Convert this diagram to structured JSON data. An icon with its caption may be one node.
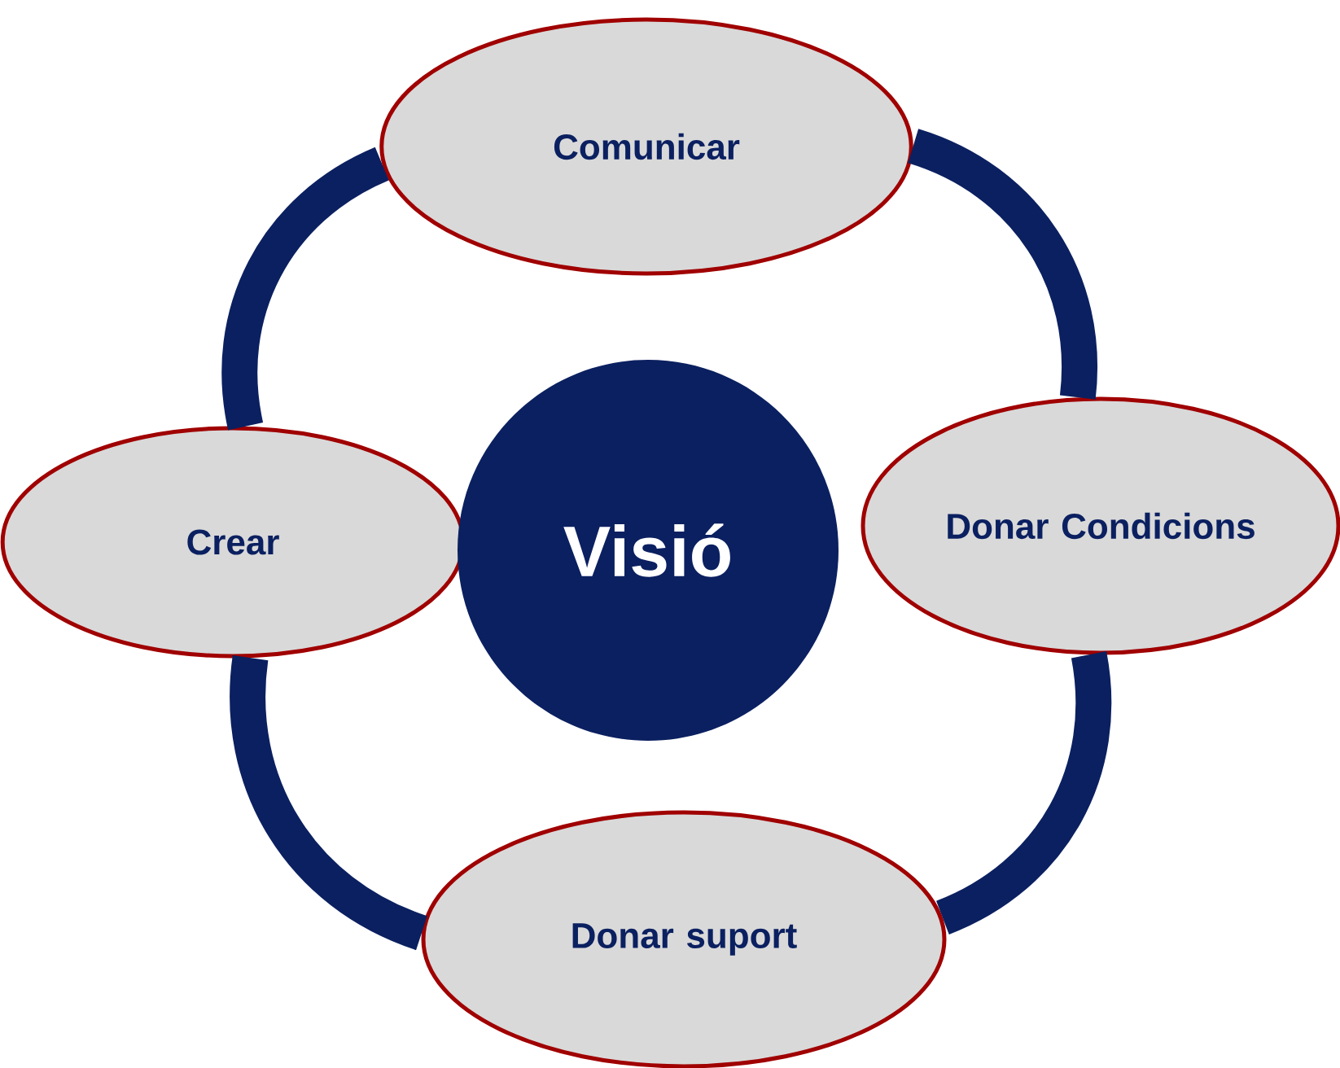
{
  "diagram": {
    "nodes": [
      {
        "text": [
          "Comunicar"
        ]
      },
      {
        "text": [
          "Donar Condicions"
        ]
      },
      {
        "text": [
          "Donar suport"
        ]
      },
      {
        "text": [
          "Crear"
        ]
      },
      {
        "text": [
          "Visió"
        ]
      }
    ],
    "edges": [
      {
        "from": 0,
        "to": 1,
        "arrow": "none"
      },
      {
        "from": 1,
        "to": 2,
        "arrow": "none"
      },
      {
        "from": 2,
        "to": 3,
        "arrow": "none"
      },
      {
        "from": 3,
        "to": 0,
        "arrow": "none"
      }
    ]
  }
}
